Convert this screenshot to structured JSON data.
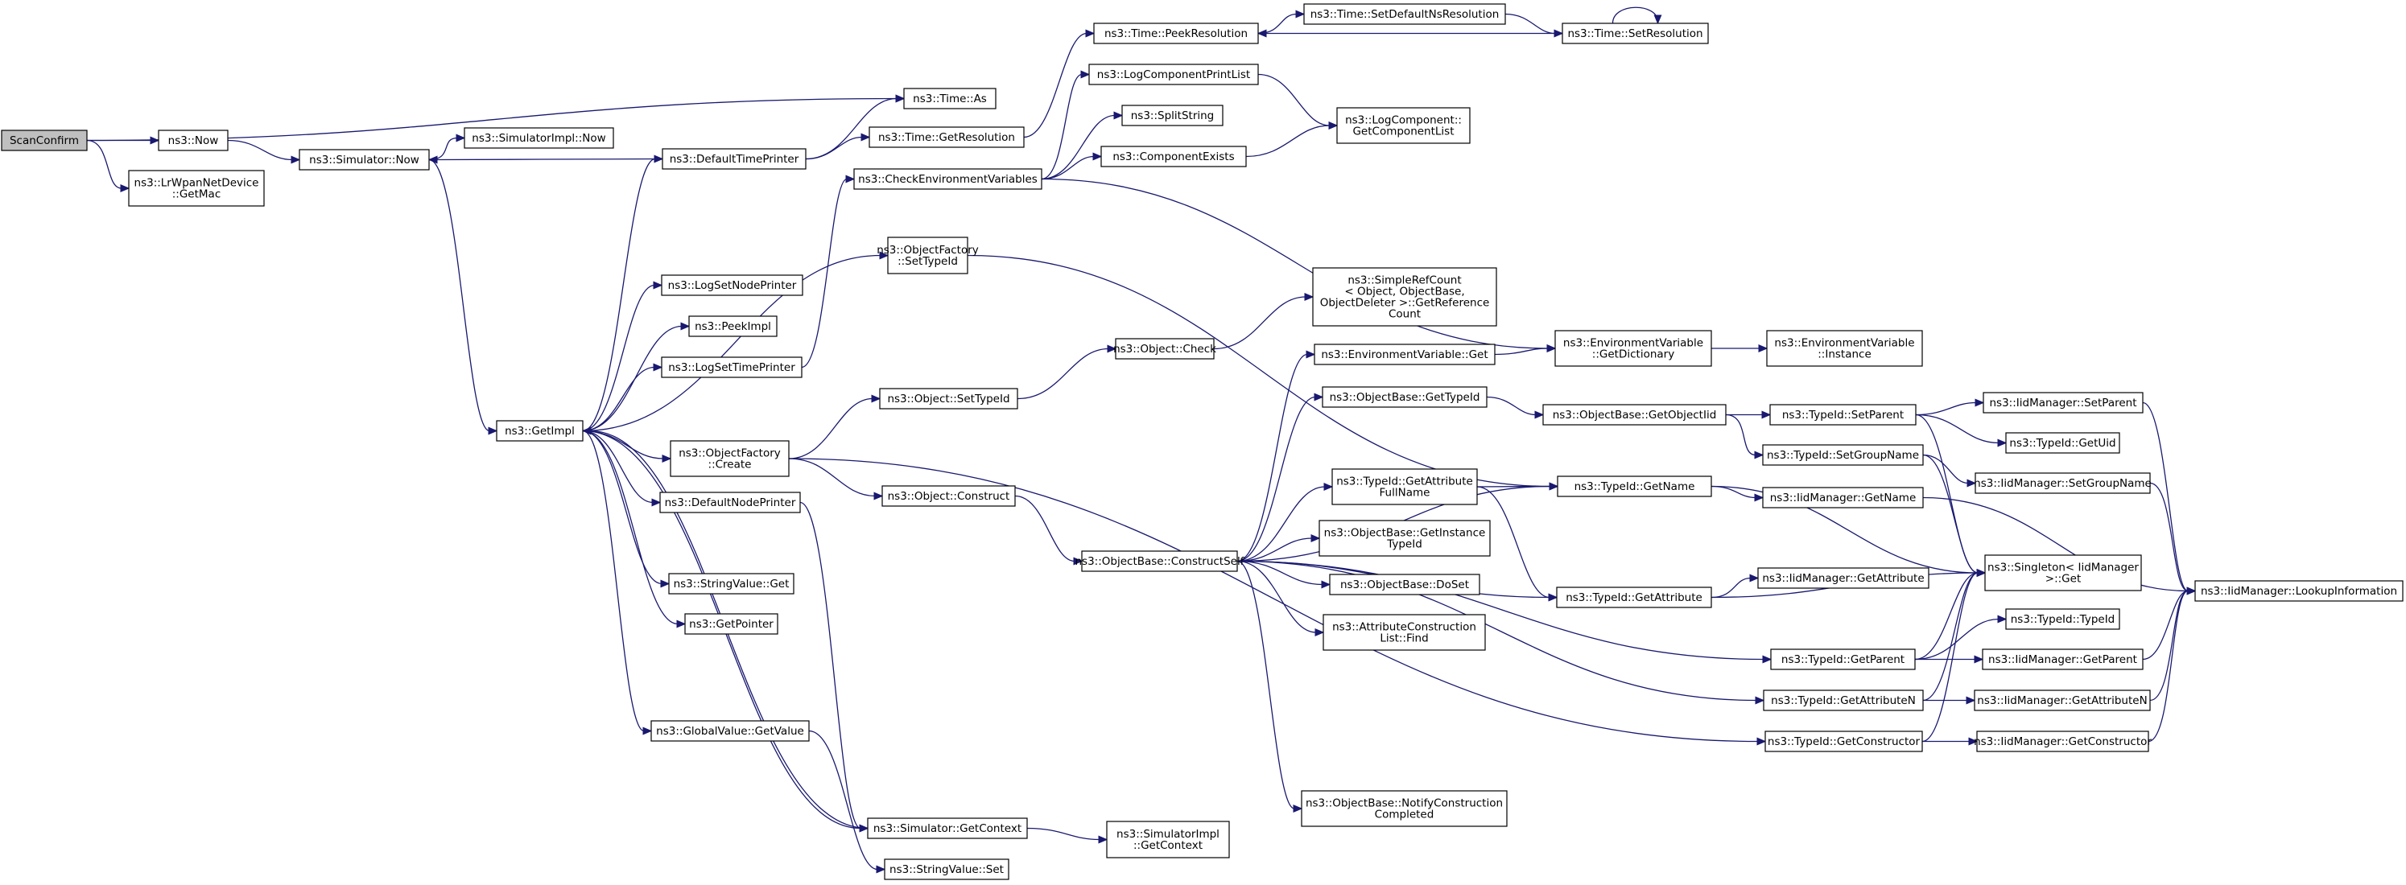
{
  "graph": {
    "edge_color": "#191970",
    "root_fill": "#bfbfbf",
    "nodes": [
      {
        "id": "scan_confirm",
        "lines": [
          "ScanConfirm"
        ],
        "root": true
      },
      {
        "id": "now",
        "lines": [
          "ns3::Now"
        ]
      },
      {
        "id": "lrwpan_getmac",
        "lines": [
          "ns3::LrWpanNetDevice",
          "::GetMac"
        ]
      },
      {
        "id": "time_as",
        "lines": [
          "ns3::Time::As"
        ]
      },
      {
        "id": "sim_now",
        "lines": [
          "ns3::Simulator::Now"
        ]
      },
      {
        "id": "simimpl_now",
        "lines": [
          "ns3::SimulatorImpl::Now"
        ]
      },
      {
        "id": "default_time_printer",
        "lines": [
          "ns3::DefaultTimePrinter"
        ]
      },
      {
        "id": "time_getres",
        "lines": [
          "ns3::Time::GetResolution"
        ]
      },
      {
        "id": "time_peekres",
        "lines": [
          "ns3::Time::PeekResolution"
        ]
      },
      {
        "id": "time_setdefnsres",
        "lines": [
          "ns3::Time::SetDefaultNsResolution"
        ]
      },
      {
        "id": "time_setres",
        "lines": [
          "ns3::Time::SetResolution"
        ]
      },
      {
        "id": "log_comp_printlist",
        "lines": [
          "ns3::LogComponentPrintList"
        ]
      },
      {
        "id": "split_string",
        "lines": [
          "ns3::SplitString"
        ]
      },
      {
        "id": "log_comp_getlist",
        "lines": [
          "ns3::LogComponent::",
          "GetComponentList"
        ]
      },
      {
        "id": "component_exists",
        "lines": [
          "ns3::ComponentExists"
        ]
      },
      {
        "id": "check_env_vars",
        "lines": [
          "ns3::CheckEnvironmentVariables"
        ]
      },
      {
        "id": "objfactory_settypeid",
        "lines": [
          "ns3::ObjectFactory",
          "::SetTypeId"
        ]
      },
      {
        "id": "log_set_node_printer",
        "lines": [
          "ns3::LogSetNodePrinter"
        ]
      },
      {
        "id": "peek_impl",
        "lines": [
          "ns3::PeekImpl"
        ]
      },
      {
        "id": "log_set_time_printer",
        "lines": [
          "ns3::LogSetTimePrinter"
        ]
      },
      {
        "id": "get_impl",
        "lines": [
          "ns3::GetImpl"
        ]
      },
      {
        "id": "objfactory_create",
        "lines": [
          "ns3::ObjectFactory",
          "::Create"
        ]
      },
      {
        "id": "default_node_printer",
        "lines": [
          "ns3::DefaultNodePrinter"
        ]
      },
      {
        "id": "stringvalue_get",
        "lines": [
          "ns3::StringValue::Get"
        ]
      },
      {
        "id": "get_pointer",
        "lines": [
          "ns3::GetPointer"
        ]
      },
      {
        "id": "globalvalue_getvalue",
        "lines": [
          "ns3::GlobalValue::GetValue"
        ]
      },
      {
        "id": "sim_getcontext",
        "lines": [
          "ns3::Simulator::GetContext"
        ]
      },
      {
        "id": "simimpl_getcontext",
        "lines": [
          "ns3::SimulatorImpl",
          "::GetContext"
        ]
      },
      {
        "id": "stringvalue_set",
        "lines": [
          "ns3::StringValue::Set"
        ]
      },
      {
        "id": "simple_refcount",
        "lines": [
          "ns3::SimpleRefCount",
          "< Object, ObjectBase,",
          "ObjectDeleter >::GetReference",
          "Count"
        ]
      },
      {
        "id": "object_check",
        "lines": [
          "ns3::Object::Check"
        ]
      },
      {
        "id": "object_settypeid",
        "lines": [
          "ns3::Object::SetTypeId"
        ]
      },
      {
        "id": "object_construct",
        "lines": [
          "ns3::Object::Construct"
        ]
      },
      {
        "id": "objbase_constructself",
        "lines": [
          "ns3::ObjectBase::ConstructSelf"
        ]
      },
      {
        "id": "envvar_get",
        "lines": [
          "ns3::EnvironmentVariable::Get"
        ]
      },
      {
        "id": "envvar_getdict",
        "lines": [
          "ns3::EnvironmentVariable",
          "::GetDictionary"
        ]
      },
      {
        "id": "envvar_instance",
        "lines": [
          "ns3::EnvironmentVariable",
          "::Instance"
        ]
      },
      {
        "id": "objbase_gettypeid",
        "lines": [
          "ns3::ObjectBase::GetTypeId"
        ]
      },
      {
        "id": "objbase_getobjectiid",
        "lines": [
          "ns3::ObjectBase::GetObjectIid"
        ]
      },
      {
        "id": "typeid_setparent",
        "lines": [
          "ns3::TypeId::SetParent"
        ]
      },
      {
        "id": "iidmgr_setparent",
        "lines": [
          "ns3::IidManager::SetParent"
        ]
      },
      {
        "id": "typeid_getuid",
        "lines": [
          "ns3::TypeId::GetUid"
        ]
      },
      {
        "id": "typeid_setgroupname",
        "lines": [
          "ns3::TypeId::SetGroupName"
        ]
      },
      {
        "id": "iidmgr_setgroupname",
        "lines": [
          "ns3::IidManager::SetGroupName"
        ]
      },
      {
        "id": "typeid_getattrfullname",
        "lines": [
          "ns3::TypeId::GetAttribute",
          "FullName"
        ]
      },
      {
        "id": "typeid_getname",
        "lines": [
          "ns3::TypeId::GetName"
        ]
      },
      {
        "id": "iidmgr_getname",
        "lines": [
          "ns3::IidManager::GetName"
        ]
      },
      {
        "id": "objbase_getinstancetypeid",
        "lines": [
          "ns3::ObjectBase::GetInstance",
          "TypeId"
        ]
      },
      {
        "id": "singleton_get",
        "lines": [
          "ns3::Singleton< IidManager",
          ">::Get"
        ]
      },
      {
        "id": "iidmgr_lookupinfo",
        "lines": [
          "ns3::IidManager::LookupInformation"
        ]
      },
      {
        "id": "objbase_doset",
        "lines": [
          "ns3::ObjectBase::DoSet"
        ]
      },
      {
        "id": "typeid_getattribute",
        "lines": [
          "ns3::TypeId::GetAttribute"
        ]
      },
      {
        "id": "iidmgr_getattribute",
        "lines": [
          "ns3::IidManager::GetAttribute"
        ]
      },
      {
        "id": "attrconstructionlist_find",
        "lines": [
          "ns3::AttributeConstruction",
          "List::Find"
        ]
      },
      {
        "id": "typeid_typeid",
        "lines": [
          "ns3::TypeId::TypeId"
        ]
      },
      {
        "id": "typeid_getparent",
        "lines": [
          "ns3::TypeId::GetParent"
        ]
      },
      {
        "id": "iidmgr_getparent",
        "lines": [
          "ns3::IidManager::GetParent"
        ]
      },
      {
        "id": "typeid_getattributen",
        "lines": [
          "ns3::TypeId::GetAttributeN"
        ]
      },
      {
        "id": "iidmgr_getattributen",
        "lines": [
          "ns3::IidManager::GetAttributeN"
        ]
      },
      {
        "id": "typeid_getconstructor",
        "lines": [
          "ns3::TypeId::GetConstructor"
        ]
      },
      {
        "id": "iidmgr_getconstructor",
        "lines": [
          "ns3::IidManager::GetConstructor"
        ]
      },
      {
        "id": "objbase_notifyconstruction",
        "lines": [
          "ns3::ObjectBase::NotifyConstruction",
          "Completed"
        ]
      }
    ],
    "edges": [
      [
        "scan_confirm",
        "time_as"
      ],
      [
        "scan_confirm",
        "now"
      ],
      [
        "scan_confirm",
        "lrwpan_getmac"
      ],
      [
        "now",
        "sim_now"
      ],
      [
        "sim_now",
        "simimpl_now"
      ],
      [
        "sim_now",
        "get_impl"
      ],
      [
        "default_time_printer",
        "sim_now"
      ],
      [
        "default_time_printer",
        "time_as"
      ],
      [
        "default_time_printer",
        "time_getres"
      ],
      [
        "time_getres",
        "time_peekres"
      ],
      [
        "time_peekres",
        "time_setdefnsres"
      ],
      [
        "time_setdefnsres",
        "time_setres"
      ],
      [
        "time_setres",
        "time_peekres"
      ],
      [
        "time_setres",
        "time_setres"
      ],
      [
        "check_env_vars",
        "log_comp_printlist"
      ],
      [
        "check_env_vars",
        "split_string"
      ],
      [
        "check_env_vars",
        "component_exists"
      ],
      [
        "check_env_vars",
        "envvar_getdict"
      ],
      [
        "log_comp_printlist",
        "log_comp_getlist"
      ],
      [
        "component_exists",
        "log_comp_getlist"
      ],
      [
        "get_impl",
        "default_time_printer"
      ],
      [
        "get_impl",
        "log_set_node_printer"
      ],
      [
        "get_impl",
        "peek_impl"
      ],
      [
        "get_impl",
        "log_set_time_printer"
      ],
      [
        "get_impl",
        "objfactory_settypeid"
      ],
      [
        "get_impl",
        "objfactory_create"
      ],
      [
        "get_impl",
        "default_node_printer"
      ],
      [
        "get_impl",
        "stringvalue_get"
      ],
      [
        "get_impl",
        "get_pointer"
      ],
      [
        "get_impl",
        "globalvalue_getvalue"
      ],
      [
        "get_impl",
        "sim_getcontext"
      ],
      [
        "log_set_time_printer",
        "check_env_vars"
      ],
      [
        "objfactory_settypeid",
        "typeid_getname"
      ],
      [
        "objfactory_create",
        "object_settypeid"
      ],
      [
        "objfactory_create",
        "object_construct"
      ],
      [
        "objfactory_create",
        "typeid_getconstructor"
      ],
      [
        "default_node_printer",
        "sim_getcontext"
      ],
      [
        "sim_getcontext",
        "get_impl"
      ],
      [
        "sim_getcontext",
        "simimpl_getcontext"
      ],
      [
        "globalvalue_getvalue",
        "stringvalue_set"
      ],
      [
        "object_settypeid",
        "object_check"
      ],
      [
        "object_check",
        "simple_refcount"
      ],
      [
        "object_construct",
        "objbase_constructself"
      ],
      [
        "objbase_constructself",
        "envvar_get"
      ],
      [
        "objbase_constructself",
        "objbase_gettypeid"
      ],
      [
        "objbase_constructself",
        "typeid_getname"
      ],
      [
        "objbase_constructself",
        "typeid_getattrfullname"
      ],
      [
        "objbase_constructself",
        "objbase_getinstancetypeid"
      ],
      [
        "objbase_constructself",
        "objbase_doset"
      ],
      [
        "objbase_constructself",
        "attrconstructionlist_find"
      ],
      [
        "objbase_constructself",
        "typeid_getattribute"
      ],
      [
        "objbase_constructself",
        "typeid_getparent"
      ],
      [
        "objbase_constructself",
        "typeid_getattributen"
      ],
      [
        "objbase_constructself",
        "objbase_notifyconstruction"
      ],
      [
        "envvar_get",
        "envvar_getdict"
      ],
      [
        "envvar_getdict",
        "envvar_instance"
      ],
      [
        "objbase_gettypeid",
        "objbase_getobjectiid"
      ],
      [
        "objbase_getobjectiid",
        "typeid_setparent"
      ],
      [
        "objbase_getobjectiid",
        "typeid_setgroupname"
      ],
      [
        "typeid_setparent",
        "iidmgr_setparent"
      ],
      [
        "typeid_setparent",
        "typeid_getuid"
      ],
      [
        "typeid_setparent",
        "singleton_get"
      ],
      [
        "typeid_setgroupname",
        "iidmgr_setgroupname"
      ],
      [
        "typeid_setgroupname",
        "singleton_get"
      ],
      [
        "iidmgr_setparent",
        "iidmgr_lookupinfo"
      ],
      [
        "iidmgr_setgroupname",
        "iidmgr_lookupinfo"
      ],
      [
        "typeid_getattrfullname",
        "typeid_getname"
      ],
      [
        "typeid_getattrfullname",
        "typeid_getattribute"
      ],
      [
        "typeid_getname",
        "iidmgr_getname"
      ],
      [
        "typeid_getname",
        "singleton_get"
      ],
      [
        "iidmgr_getname",
        "iidmgr_lookupinfo"
      ],
      [
        "typeid_getattribute",
        "iidmgr_getattribute"
      ],
      [
        "typeid_getattribute",
        "singleton_get"
      ],
      [
        "typeid_getparent",
        "typeid_typeid"
      ],
      [
        "typeid_getparent",
        "iidmgr_getparent"
      ],
      [
        "typeid_getparent",
        "singleton_get"
      ],
      [
        "iidmgr_getparent",
        "iidmgr_lookupinfo"
      ],
      [
        "typeid_getattributen",
        "iidmgr_getattributen"
      ],
      [
        "typeid_getattributen",
        "singleton_get"
      ],
      [
        "iidmgr_getattributen",
        "iidmgr_lookupinfo"
      ],
      [
        "typeid_getconstructor",
        "iidmgr_getconstructor"
      ],
      [
        "typeid_getconstructor",
        "singleton_get"
      ],
      [
        "iidmgr_getconstructor",
        "iidmgr_lookupinfo"
      ]
    ]
  }
}
